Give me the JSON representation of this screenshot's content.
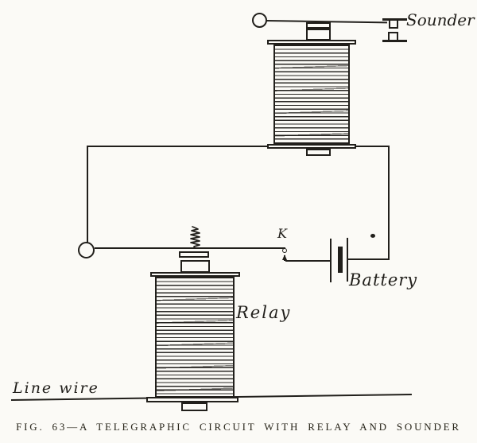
{
  "figure": {
    "caption": "FIG. 63—A TELEGRAPHIC CIRCUIT WITH RELAY AND SOUNDER",
    "labels": {
      "sounder": "Sounder",
      "battery": "Battery",
      "relay": "Relay",
      "key": "K",
      "line_wire": "Line wire"
    },
    "colors": {
      "ink": "#211f1b",
      "paper": "#fbfaf6"
    }
  }
}
